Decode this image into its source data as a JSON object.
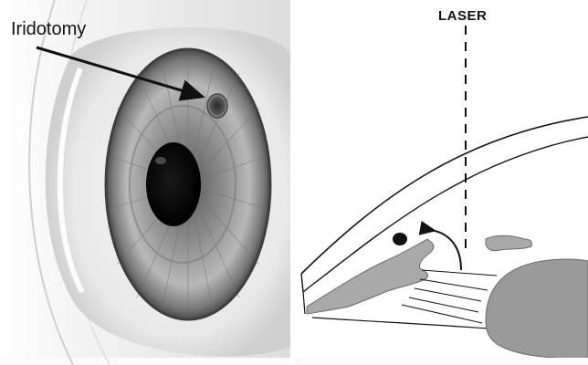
{
  "left_panel": {
    "label": "Iridotomy"
  },
  "right_panel": {
    "label": "LASER"
  },
  "icons": [
    "eye-illustration",
    "anterior-chamber-cross-section",
    "aqueous-flow-arrow"
  ]
}
